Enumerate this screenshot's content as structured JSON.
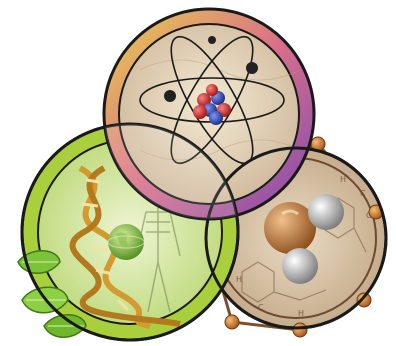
{
  "colors": {
    "background": "#ffffff",
    "outline": "#1a1a1a",
    "physics_rim_start": "#e8d24a",
    "physics_rim_end": "#8e3fa8",
    "physics_inner": "#e9d8b4",
    "biology_rim": "#a9cf3c",
    "biology_inner": "#d6e7a4",
    "chemistry_rim": "#b79a7e",
    "chemistry_inner": "#dcc7a6",
    "proton": "#c8282a",
    "neutron": "#2a3f9a",
    "electron": "#222222",
    "dna_gold": "#d39a2f",
    "leaf": "#7cc33a",
    "oxygen": "#c98a4a",
    "hydrogen": "#e9e6df",
    "bead": "#d9822b"
  },
  "icons": [
    "physics-circle",
    "atom-icon",
    "biology-circle",
    "dna-helix-icon",
    "globe-icon",
    "skeleton-icon",
    "leaf-icon",
    "chemistry-circle",
    "water-molecule-icon",
    "molecular-ring-icon"
  ]
}
